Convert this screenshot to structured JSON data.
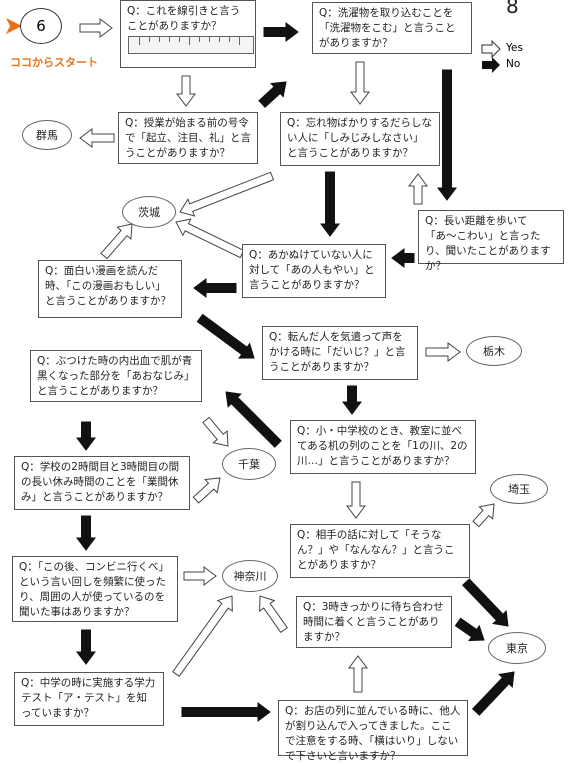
{
  "header": {
    "page_number": "8",
    "start_number": "6",
    "start_label": "ココからスタート"
  },
  "legend": {
    "yes_label": "Yes",
    "no_label": "No"
  },
  "questions": {
    "q1": "Q：これを線引きと言うことがありますか？",
    "q2": "Q：洗濯物を取り込むことを「洗濯物をこむ」と言うことがありますか？",
    "q3": "Q：授業が始まる前の号令で「起立、注目、礼」と言うことがありますか？",
    "q4": "Q：忘れ物ばかりするだらしない人に「しみじみしなさい」と言うことがありますか？",
    "q5": "Q：長い距離を歩いて「あ〜こわい」と言ったり、聞いたことがありますか？",
    "q6": "Q：あかぬけていない人に対して「あの人もやい」と言うことがありますか？",
    "q7": "Q：面白い漫画を読んだ時、「この漫画おもしい」と言うことがありますか？",
    "q8": "Q：転んだ人を気遣って声をかける時に「だいじ？」と言うことがありますか？",
    "q9": "Q：ぶつけた時の内出血で肌が青黒くなった部分を「あおなじみ」と言うことがありますか？",
    "q10": "Q：小・中学校のとき、教室に並べてある机の列のことを「1の川、2の川…」と言うことがありますか？",
    "q11": "Q：学校の2時間目と3時間目の間の長い休み時間のことを「業間休み」と言うことがありますか？",
    "q12": "Q：相手の話に対して「そうなん？」や「なんなん？」と言うことがありますか？",
    "q13": "Q：「この後、コンビニ行くべ」という言い回しを頻繁に使ったり、周囲の人が使っているのを聞いた事はありますか？",
    "q14": "Q：3時きっかりに待ち合わせ時間に着くと言うことがありますか？",
    "q15": "Q：中学の時に実施する学力テスト「ア・テスト」を知っていますか？",
    "q16": "Q：お店の列に並んでいる時に、他人が割り込んで入ってきました。ここで注意をする時、「横はいり」しないで下さいと言いますか？"
  },
  "results": {
    "gunma": "群馬",
    "ibaraki": "茨城",
    "tochigi": "栃木",
    "chiba": "千葉",
    "saitama": "埼玉",
    "kanagawa": "神奈川",
    "tokyo": "東京"
  },
  "colors": {
    "no_arrow": "#111111",
    "yes_arrow": "#ffffff",
    "start_accent": "#e8731a"
  }
}
